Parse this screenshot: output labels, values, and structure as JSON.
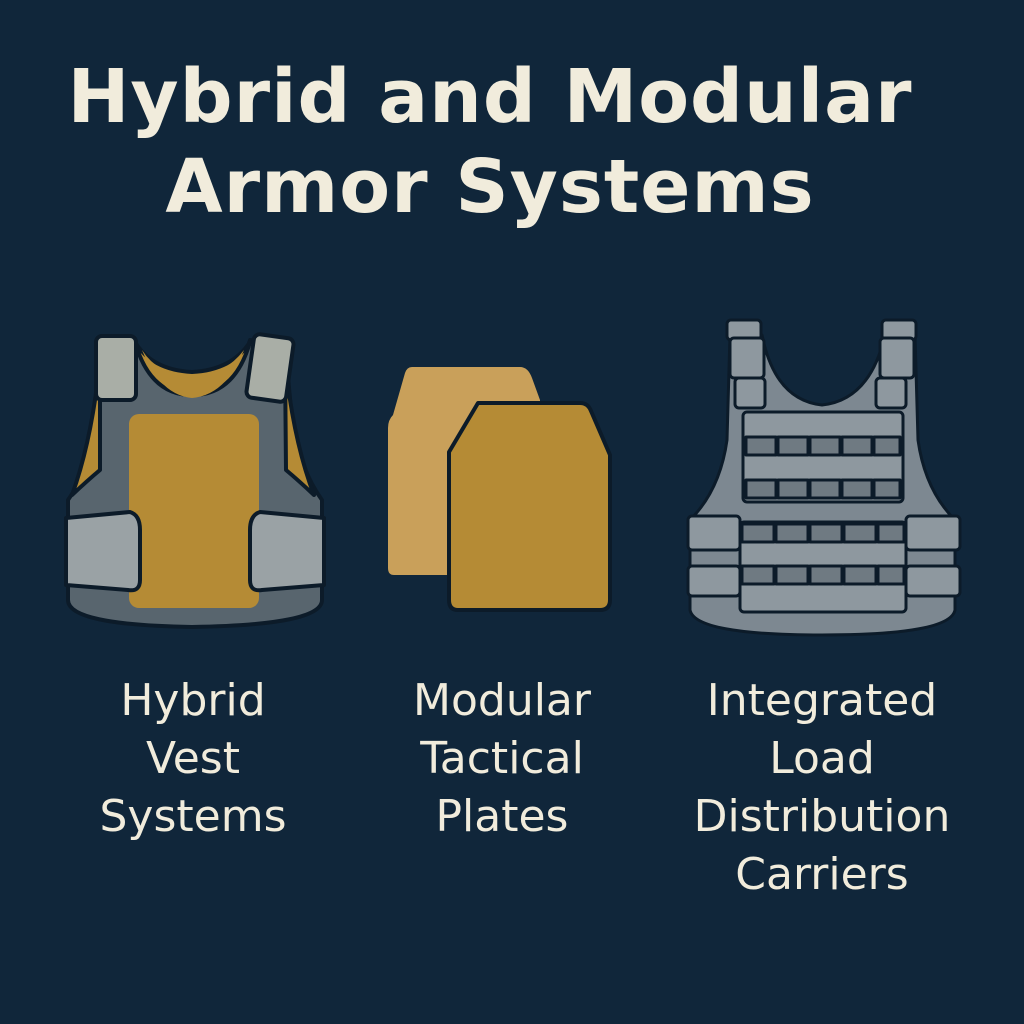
{
  "title": {
    "line1": "Hybrid and Modular",
    "line2": "Armor Systems"
  },
  "items": [
    {
      "icon": "hybrid-vest-icon",
      "lines": [
        "Hybrid",
        "Vest",
        "Systems"
      ]
    },
    {
      "icon": "tactical-plates-icon",
      "lines": [
        "Modular",
        "Tactical",
        "Plates"
      ]
    },
    {
      "icon": "load-carrier-icon",
      "lines": [
        "Integrated",
        "Load",
        "Distribution",
        "Carriers"
      ]
    }
  ],
  "colors": {
    "background": "#10263a",
    "text": "#f1ecdc",
    "gold": "#b58b35",
    "gray": "#7d8891"
  }
}
